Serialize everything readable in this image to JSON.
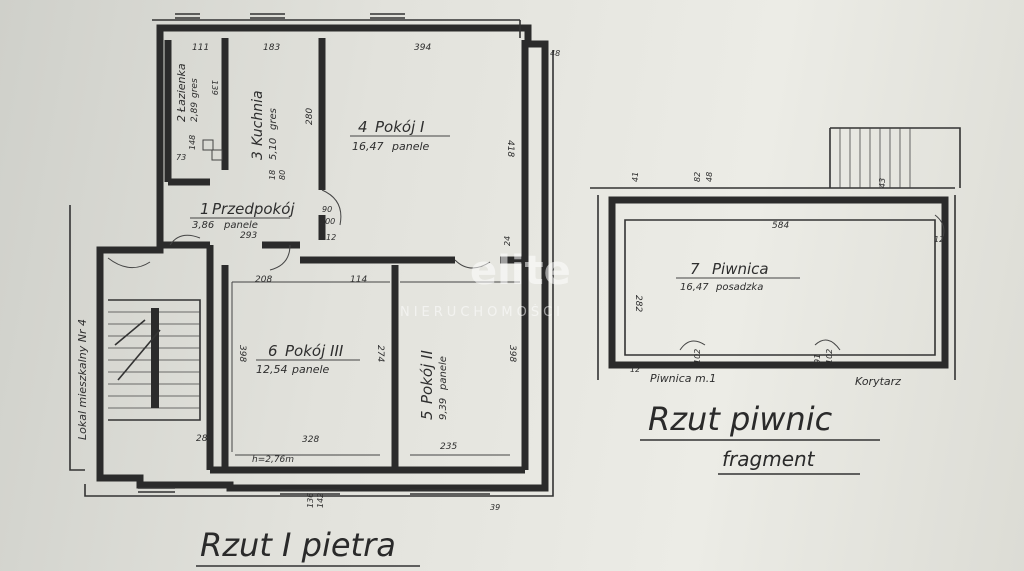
{
  "first_floor": {
    "title": "Rzut I pietra",
    "stairwell_label": "Lokal mieszkalny Nr 4",
    "rooms": [
      {
        "no": "1",
        "name": "Przedpokój",
        "area": "3,86",
        "floor": "panele"
      },
      {
        "no": "2",
        "name": "Łazienka",
        "area": "2,89",
        "floor": "gres"
      },
      {
        "no": "3",
        "name": "Kuchnia",
        "area": "5,10",
        "floor": "gres"
      },
      {
        "no": "4",
        "name": "Pokój I",
        "area": "16,47",
        "floor": "panele"
      },
      {
        "no": "5",
        "name": "Pokój II",
        "area": "9,39",
        "floor": "panele"
      },
      {
        "no": "6",
        "name": "Pokój III",
        "area": "12,54",
        "floor": "panele"
      }
    ],
    "dims": {
      "d111": "111",
      "d183": "183",
      "d394": "394",
      "d139": "139",
      "d148": "148",
      "d280": "280",
      "d418": "418",
      "d293": "293",
      "d208": "208",
      "d114": "114",
      "d398a": "398",
      "d274": "274",
      "d398b": "398",
      "d328": "328",
      "d235": "235",
      "d28": "28",
      "height": "h=2,76m",
      "d136": "136",
      "d142": "142",
      "d90": "90",
      "d200": "200",
      "d12": "12",
      "d39": "39",
      "d24": "24",
      "d48": "48",
      "d73": "73",
      "d80": "80",
      "d18": "18"
    }
  },
  "basement": {
    "title": "Rzut piwnic",
    "subtitle": "fragment",
    "room": {
      "no": "7",
      "name": "Piwnica",
      "area": "16,47",
      "floor": "posadzka"
    },
    "labels": {
      "piwnica": "Piwnica m.1",
      "korytarz": "Korytarz"
    },
    "dims": {
      "d584": "584",
      "d282": "282",
      "d12a": "12",
      "d12b": "12",
      "d41": "41",
      "d82": "82",
      "d48": "48",
      "d102a": "102",
      "d102b": "102",
      "d91": "91",
      "d43": "43"
    }
  },
  "watermark": {
    "brand": "elite",
    "sub": "NIERUCHOMOŚCI"
  }
}
